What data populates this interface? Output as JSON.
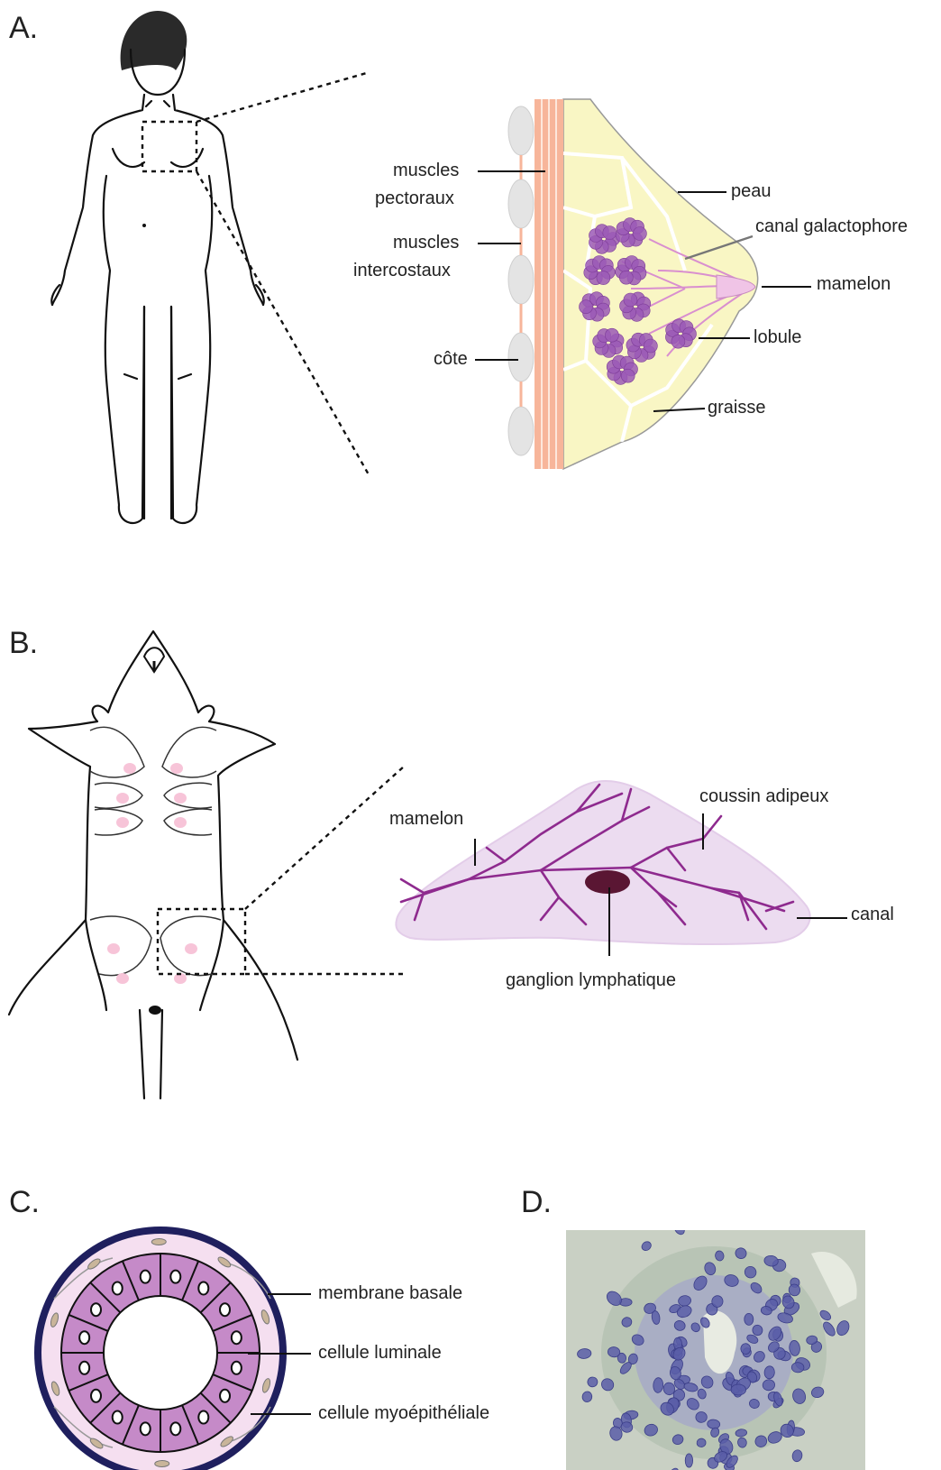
{
  "panels": {
    "a": {
      "letter": "A.",
      "labels": {
        "muscles_pectoraux_1": "muscles",
        "muscles_pectoraux_2": "pectoraux",
        "muscles_intercostaux_1": "muscles",
        "muscles_intercostaux_2": "intercostaux",
        "cote": "côte",
        "peau": "peau",
        "canal_galactophore": "canal galactophore",
        "mamelon": "mamelon",
        "lobule": "lobule",
        "graisse": "graisse"
      }
    },
    "b": {
      "letter": "B.",
      "labels": {
        "mamelon": "mamelon",
        "coussin_adipeux": "coussin adipeux",
        "canal": "canal",
        "ganglion_lymphatique": "ganglion lymphatique"
      }
    },
    "c": {
      "letter": "C.",
      "labels": {
        "membrane_basale": "membrane basale",
        "cellule_luminale": "cellule luminale",
        "cellule_myoepitheliale": "cellule myoépithéliale"
      }
    },
    "d": {
      "letter": "D."
    }
  },
  "colors": {
    "muscle": "#f7b59a",
    "rib": "#e6e6e6",
    "fat": "#f8f5b8",
    "lobule": "#9b59b6",
    "duct": "#d98fcf",
    "fat_pad": "#ecdcf0",
    "mouse_duct": "#8e2a8e",
    "lymph_node": "#5a1633",
    "basement_membrane": "#1f1f5e",
    "luminal_cell": "#c58ac8",
    "myo_layer": "#f5dff0",
    "histology_bg": "#c9d0c4",
    "nucleus": "#5b5ea8"
  }
}
